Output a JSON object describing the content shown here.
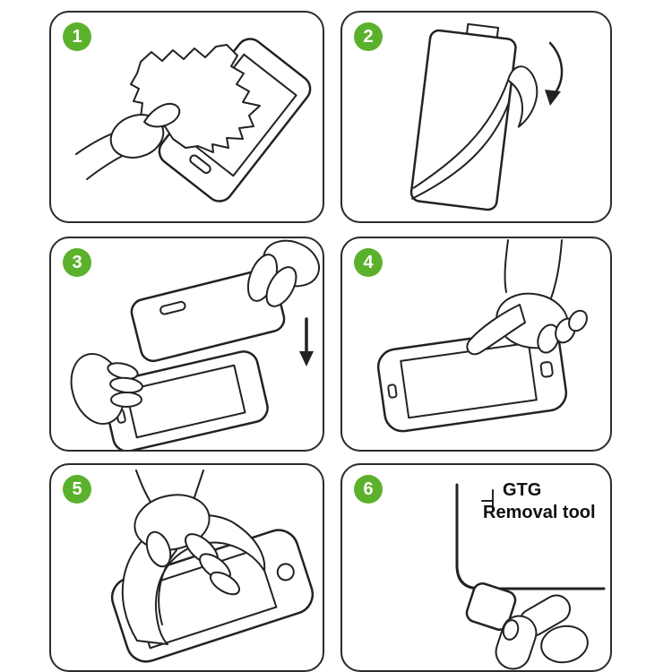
{
  "accent_color": "#5cb12c",
  "line_color": "#222222",
  "steps": [
    {
      "number": "1"
    },
    {
      "number": "2"
    },
    {
      "number": "3"
    },
    {
      "number": "4"
    },
    {
      "number": "5"
    },
    {
      "number": "6",
      "label": {
        "line1": "GTG",
        "line2": "Removal tool"
      }
    }
  ]
}
